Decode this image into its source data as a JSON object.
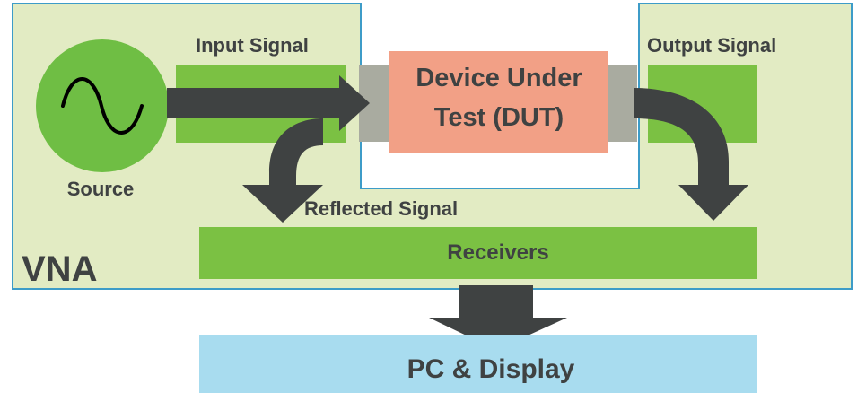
{
  "diagram": {
    "vna_label": "VNA",
    "source_label": "Source",
    "input_signal_label": "Input Signal",
    "output_signal_label": "Output Signal",
    "reflected_signal_label": "Reflected Signal",
    "dut_line1": "Device Under",
    "dut_line2": "Test (DUT)",
    "receivers_label": "Receivers",
    "pc_display_label": "PC & Display"
  },
  "colors": {
    "vna_panel": "#e2ebc3",
    "panel_border": "#3d9cc8",
    "green_block": "#7bc143",
    "source_circle": "#6fbe44",
    "arrow": "#3f4242",
    "dut_fill": "#f2a086",
    "connector": "#a9aba0",
    "pc_fill": "#a8dcef",
    "text": "#3f4242"
  },
  "icons": {
    "source": "sine-wave-icon"
  }
}
